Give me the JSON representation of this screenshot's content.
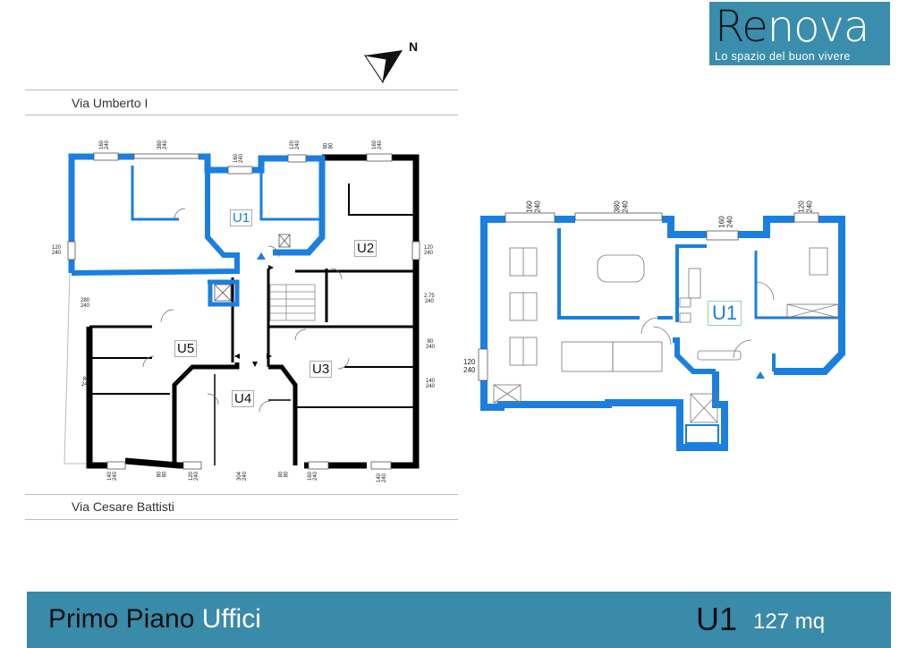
{
  "logo": {
    "brand_dark": "Re",
    "brand_light": "nova",
    "tagline": "Lo spazio del buon vivere",
    "bg_color": "#3a8dac"
  },
  "compass": {
    "label": "N"
  },
  "streets": {
    "top": "Via Umberto I",
    "bottom": "Via Cesare Battisti"
  },
  "colors": {
    "unit_wall": "#1a7fe0",
    "wall": "#000000",
    "banner": "#3a8aaa"
  },
  "overview_plan": {
    "units": [
      "U1",
      "U2",
      "U3",
      "U4",
      "U5"
    ],
    "dims": [
      "160\n240",
      "380\n240",
      "160\n240",
      "120\n240",
      "80\n80",
      "160\n240",
      "120\n240",
      "120\n240",
      "280\n240",
      "2.75\n240",
      "80\n240",
      "80\n240",
      "140\n240",
      "140\n240",
      "80\n80",
      "120\n240",
      "304\n240",
      "80\n80",
      "160\n240",
      "140\n240"
    ]
  },
  "detail_plan": {
    "unit": "U1",
    "dims": [
      "160\n240",
      "380\n240",
      "160\n240",
      "120\n240",
      "120\n240"
    ]
  },
  "banner": {
    "floor": "Primo Piano",
    "type": "Uffici",
    "unit": "U1",
    "area": "127 mq"
  }
}
